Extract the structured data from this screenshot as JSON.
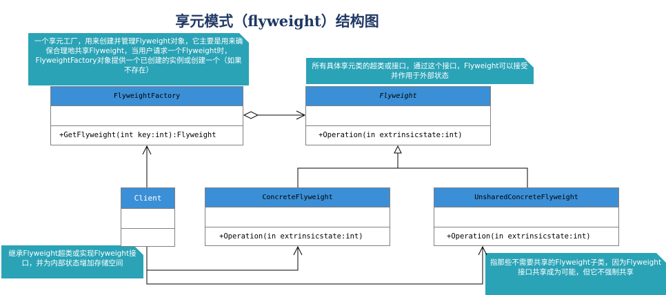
{
  "title": "享元模式（flyweight）结构图",
  "notes": {
    "factory": "一个享元工厂，用来创建并管理Flyweight对象，它主要是用来确保合理地共享Flyweight，当用户请求一个Flyweight时，FlyweightFactory对象提供一个已创建的实例或创建一个（如果不存在）",
    "flyweight": "所有具体享元类的超类或接口，通过这个接口，Flyweight可以接受并作用于外部状态",
    "concrete": "继承Flyweight超类或实现Flyweight接口，并为内部状态增加存储空间",
    "unshared": "指那些不需要共享的Flyweight子类，因为Flyweight接口共享成为可能，但它不强制共享"
  },
  "classes": {
    "factory": {
      "name": "FlyweightFactory",
      "operation": "+GetFlyweight(int key:int):Flyweight"
    },
    "flyweight": {
      "name": "Flyweight",
      "operation": "+Operation(in extrinsicstate:int)"
    },
    "client": {
      "name": "Client"
    },
    "concrete": {
      "name": "ConcreteFlyweight",
      "operation": "+Operation(in extrinsicstate:int)"
    },
    "unshared": {
      "name": "UnsharedConcreteFlyweight",
      "operation": "+Operation(in extrinsicstate:int)"
    }
  },
  "colors": {
    "note": "#2aa3b6",
    "header": "#3b8fd6",
    "title": "#1f3864"
  }
}
